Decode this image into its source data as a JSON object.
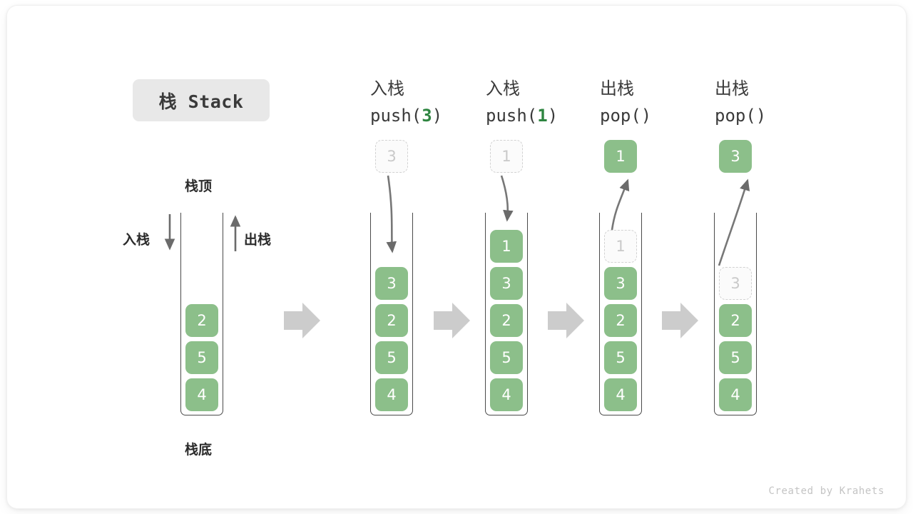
{
  "figure": {
    "title": "栈 Stack",
    "footer": "Created by Krahets",
    "accent_green": "#8cbf8a",
    "code_arg_green": "#2e8540",
    "ghost_gray": "#c9c9c9"
  },
  "base_panel": {
    "top_label": "栈顶",
    "bottom_label": "栈底",
    "push_label": "入栈",
    "pop_label": "出栈",
    "cells": [
      "2",
      "5",
      "4"
    ]
  },
  "steps": [
    {
      "op_cn": "入栈",
      "op_code_prefix": "push(",
      "op_code_arg": "3",
      "op_code_suffix": ")",
      "floating": {
        "value": "3",
        "style": "ghost"
      },
      "cells": [
        {
          "value": "3",
          "style": "filled"
        },
        {
          "value": "2",
          "style": "filled"
        },
        {
          "value": "5",
          "style": "filled"
        },
        {
          "value": "4",
          "style": "filled"
        }
      ]
    },
    {
      "op_cn": "入栈",
      "op_code_prefix": "push(",
      "op_code_arg": "1",
      "op_code_suffix": ")",
      "floating": {
        "value": "1",
        "style": "ghost"
      },
      "cells": [
        {
          "value": "1",
          "style": "filled"
        },
        {
          "value": "3",
          "style": "filled"
        },
        {
          "value": "2",
          "style": "filled"
        },
        {
          "value": "5",
          "style": "filled"
        },
        {
          "value": "4",
          "style": "filled"
        }
      ]
    },
    {
      "op_cn": "出栈",
      "op_code_prefix": "pop(",
      "op_code_arg": "",
      "op_code_suffix": ")",
      "floating": {
        "value": "1",
        "style": "filled"
      },
      "cells": [
        {
          "value": "1",
          "style": "ghost"
        },
        {
          "value": "3",
          "style": "filled"
        },
        {
          "value": "2",
          "style": "filled"
        },
        {
          "value": "5",
          "style": "filled"
        },
        {
          "value": "4",
          "style": "filled"
        }
      ]
    },
    {
      "op_cn": "出栈",
      "op_code_prefix": "pop(",
      "op_code_arg": "",
      "op_code_suffix": ")",
      "floating": {
        "value": "3",
        "style": "filled"
      },
      "cells": [
        {
          "value": "",
          "style": "none"
        },
        {
          "value": "3",
          "style": "ghost"
        },
        {
          "value": "2",
          "style": "filled"
        },
        {
          "value": "5",
          "style": "filled"
        },
        {
          "value": "4",
          "style": "filled"
        }
      ]
    }
  ],
  "flow_arrows": 4
}
